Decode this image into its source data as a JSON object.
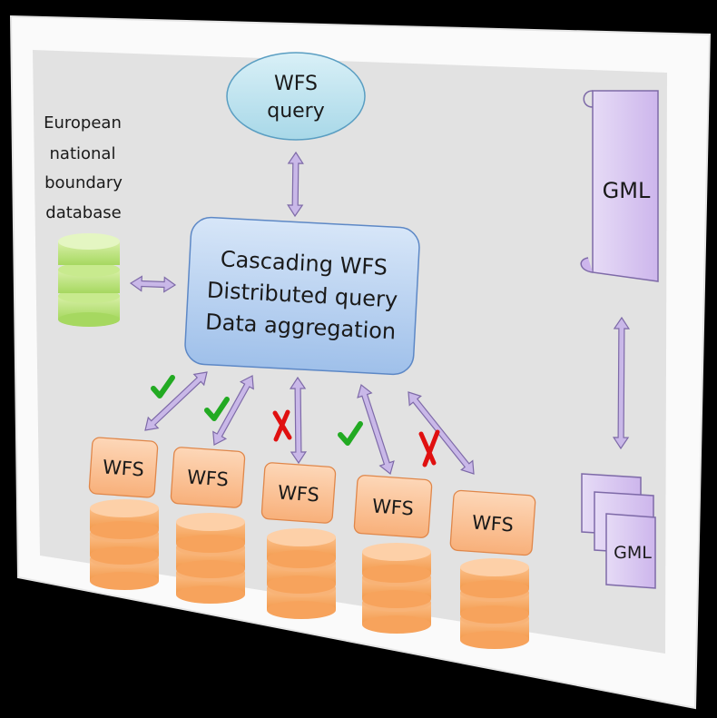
{
  "query_ellipse": {
    "line1": "WFS",
    "line2": "query"
  },
  "database_label": {
    "line1": "European",
    "line2": "national",
    "line3": "boundary",
    "line4": "database"
  },
  "cascading_box": {
    "line1": "Cascading WFS",
    "line2": "Distributed query",
    "line3": "Data aggregation"
  },
  "wfs_nodes": [
    {
      "label": "WFS",
      "status": "ok"
    },
    {
      "label": "WFS",
      "status": "ok"
    },
    {
      "label": "WFS",
      "status": "fail"
    },
    {
      "label": "WFS",
      "status": "ok"
    },
    {
      "label": "WFS",
      "status": "fail"
    }
  ],
  "gml_single": {
    "label": "GML"
  },
  "gml_stack": {
    "label": "GML"
  },
  "colors": {
    "ok_mark": "#22aa22",
    "fail_mark": "#e01010",
    "arrow": "#c9b8e8",
    "arrow_stroke": "#7e6aa8",
    "wfs_fill": "#fbc49a",
    "db_orange": "#f7a35c",
    "db_green": "#b9e37a",
    "cascade_fill": "#bcd4f2",
    "query_fill": "#bfe4ef",
    "gml_fill": "#dccbf1"
  }
}
